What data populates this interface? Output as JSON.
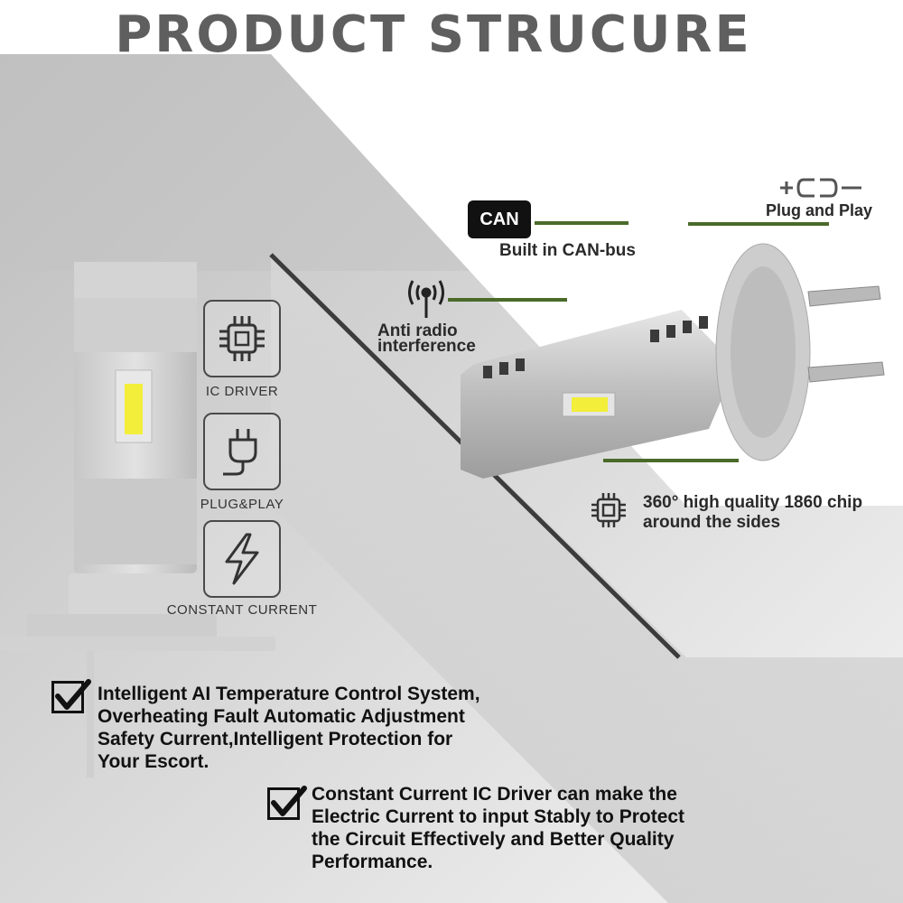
{
  "title": "PRODUCT STRUCURE",
  "features": [
    {
      "label": "IC DRIVER",
      "icon": "chip-icon"
    },
    {
      "label": "PLUG&PLAY",
      "icon": "plug-icon"
    },
    {
      "label": "CONSTANT CURRENT",
      "icon": "lightning-icon"
    }
  ],
  "callouts": {
    "can_badge": "CAN",
    "can_text": "Built in CAN-bus",
    "plug_play": "Plug and Play",
    "plug_play_icon": "plus-minus-connector-icon",
    "anti_radio_line1": "Anti radio",
    "anti_radio_line2": "interference",
    "anti_radio_icon": "antenna-icon",
    "chip_line1": "360° high quality 1860 chip",
    "chip_line2": "around the sides",
    "chip_icon": "chip-icon"
  },
  "bullets": [
    {
      "lines": [
        "Intelligent AI Temperature Control System,",
        "Overheating Fault Automatic Adjustment",
        "Safety Current,Intelligent Protection for",
        "Your Escort."
      ]
    },
    {
      "lines": [
        "Constant Current IC Driver can make the",
        "Electric Current to input Stably to Protect",
        "the Circuit Effectively and Better Quality",
        "Performance."
      ]
    }
  ],
  "colors": {
    "accent_line": "#4a6a2a",
    "led": "#f2ee3a",
    "title": "#5f5f5f"
  }
}
